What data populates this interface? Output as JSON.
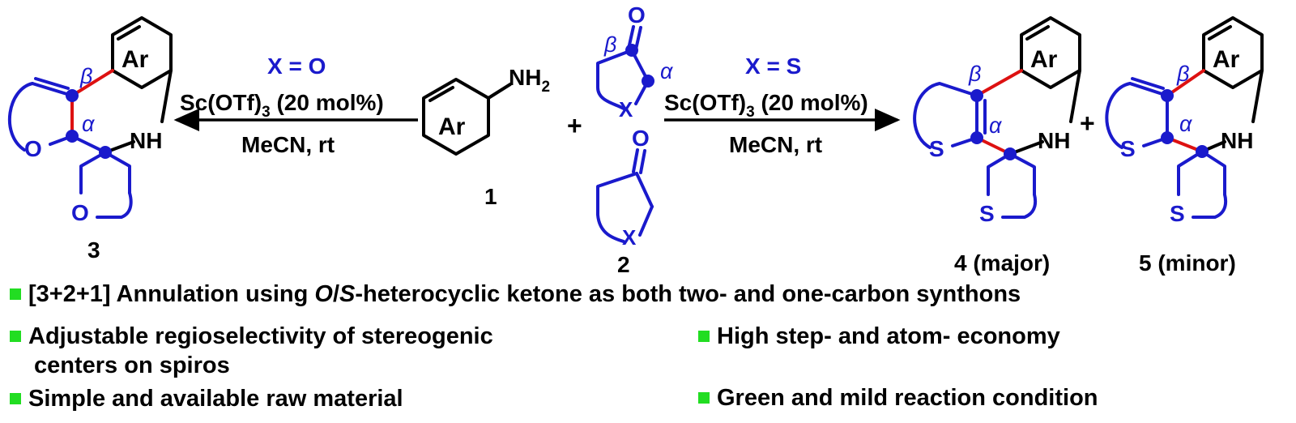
{
  "left_condition": {
    "x_label": "X = O",
    "catalyst": "Sc(OTf)",
    "catalyst_sub": "3",
    "catalyst_tail": " (20 mol%)",
    "solvent": "MeCN, rt"
  },
  "right_condition": {
    "x_label": "X = S",
    "catalyst": "Sc(OTf)",
    "catalyst_sub": "3",
    "catalyst_tail": " (20 mol%)",
    "solvent": "MeCN, rt"
  },
  "reactant1": {
    "ring_label": "Ar",
    "amine": "NH",
    "amine_sub": "2",
    "number": "1"
  },
  "reactant2": {
    "oxo": "O",
    "hetero": "X",
    "number": "2",
    "beta": "β",
    "alpha": "α"
  },
  "plus": "+",
  "product3": {
    "ring_label": "Ar",
    "nh": "NH",
    "o1": "O",
    "o2": "O",
    "beta": "β",
    "alpha": "α",
    "number": "3"
  },
  "product4": {
    "ring_label": "Ar",
    "nh": "NH",
    "s1": "S",
    "s2": "S",
    "beta": "β",
    "alpha": "α",
    "label": "4 (major)"
  },
  "product5": {
    "ring_label": "Ar",
    "nh": "NH",
    "s1": "S",
    "s2": "S",
    "beta": "β",
    "alpha": "α",
    "label": "5 (minor)"
  },
  "bullets": [
    {
      "pre": "[3+2+1] Annulation using ",
      "it1": "O",
      "mid": "/",
      "it2": "S",
      "post": "-heterocyclic ketone as both two- and one-carbon synthons"
    },
    {
      "line1": "Adjustable regioselectivity of stereogenic",
      "line2": "centers on spiros"
    },
    {
      "text": "Simple and available raw material"
    },
    {
      "text": "High step- and atom- economy"
    },
    {
      "text": "Green and mild reaction condition"
    }
  ],
  "colors": {
    "heteroatom_blue": "#1a1acc",
    "new_bond_red": "#dd1111",
    "bullet_green": "#22dd22"
  }
}
